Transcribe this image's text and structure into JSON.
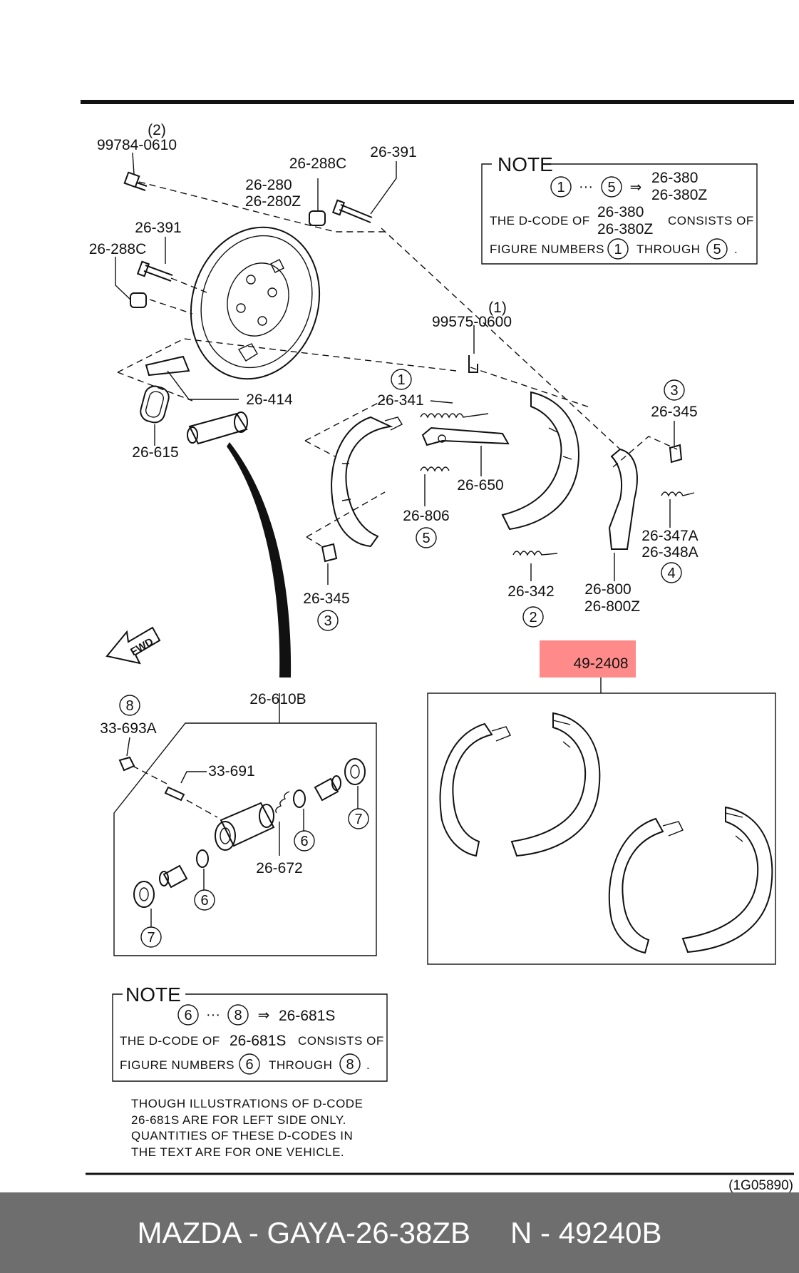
{
  "diagram": {
    "ref_code": "(1G05890)",
    "labels": {
      "l1": "(2)",
      "l2": "99784-0610",
      "l3": "26-288C",
      "l4": "26-391",
      "l5": "26-280",
      "l6": "26-280Z",
      "l7": "26-391",
      "l8": "26-288C",
      "l9": "(1)",
      "l10": "99575-0600",
      "l11": "26-414",
      "l12": "26-615",
      "l13": "26-341",
      "l14": "26-650",
      "l15": "26-806",
      "l16": "26-345",
      "l17": "26-345",
      "l18": "26-347A",
      "l19": "26-348A",
      "l20": "26-342",
      "l21": "26-800",
      "l22": "26-800Z",
      "l23": "26-610B",
      "l24": "33-693A",
      "l25": "33-691",
      "l26": "26-672"
    },
    "circles": {
      "c1": "1",
      "c2": "2",
      "c3a": "3",
      "c3b": "3",
      "c4": "4",
      "c5": "5",
      "c6a": "6",
      "c6b": "6",
      "c7a": "7",
      "c7b": "7",
      "c8": "8"
    },
    "fwd": "FWD",
    "highlight_label": "49-2408",
    "note1": {
      "title": "NOTE",
      "from": "1",
      "dots": "···",
      "to": "5",
      "arrow": "⇒",
      "code_a": "26-380",
      "code_b": "26-380Z",
      "line2_pre": "THE D-CODE OF",
      "line2_post": "CONSISTS OF",
      "line3_pre": "FIGURE NUMBERS",
      "line3_mid": "THROUGH",
      "line3_end": "."
    },
    "note2": {
      "title": "NOTE",
      "from": "6",
      "dots": "···",
      "to": "8",
      "arrow": "⇒",
      "code": "26-681S",
      "line2_pre": "THE D-CODE OF",
      "line2_post": "CONSISTS OF",
      "line3_pre": "FIGURE NUMBERS",
      "line3_mid": "THROUGH",
      "line3_end": "."
    },
    "disclaimer": [
      "THOUGH ILLUSTRATIONS OF D-CODE",
      "26-681S  ARE FOR LEFT SIDE ONLY.",
      "QUANTITIES OF THESE D-CODES IN",
      "THE TEXT ARE FOR ONE VEHICLE."
    ]
  },
  "footer": {
    "left": "MAZDA - GAYA-26-38ZB",
    "right": "N - 49240B"
  }
}
